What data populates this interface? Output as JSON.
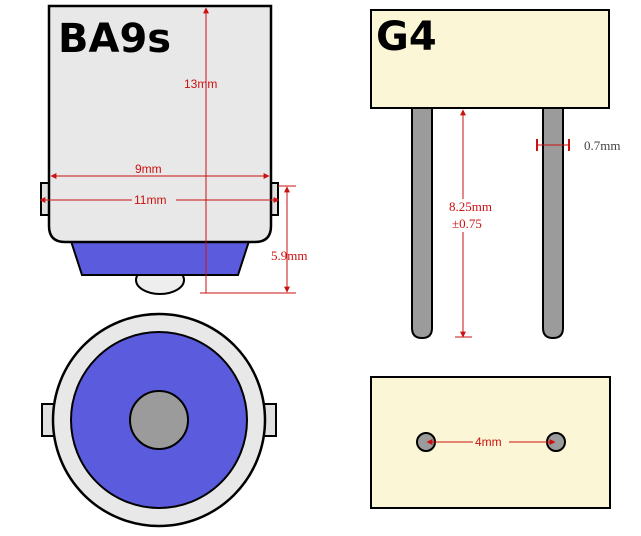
{
  "ba9s": {
    "title": "BA9s",
    "dim_height": "13mm",
    "dim_inner": "9mm",
    "dim_outer": "11mm",
    "dim_pin": "5.9mm"
  },
  "g4": {
    "title": "G4",
    "dim_pin_dia": "0.7mm",
    "dim_pin_len_line1": "8.25mm",
    "dim_pin_len_line2": "±0.75",
    "dim_spacing": "4mm"
  },
  "colors": {
    "body_gray": "#e8e8e8",
    "outline": "#000000",
    "base_blue": "#5b5bdd",
    "cap_beige": "#fbf6d5",
    "pin_gray": "#9b9b9b",
    "dimension_red": "#cc1111"
  }
}
